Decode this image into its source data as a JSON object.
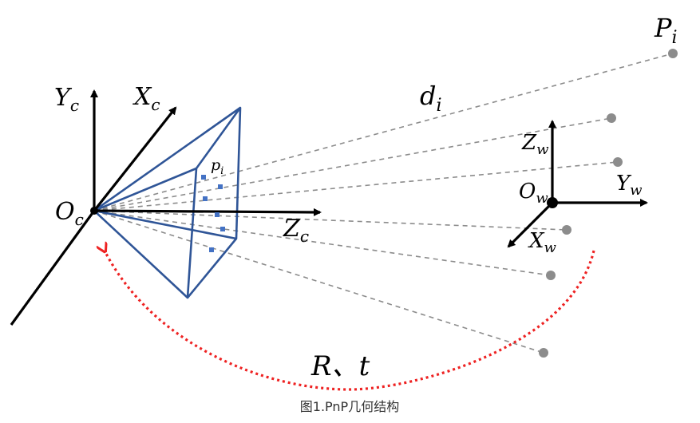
{
  "labels": {
    "yc": "Y",
    "yc_sub": "c",
    "xc": "X",
    "xc_sub": "c",
    "zc": "Z",
    "zc_sub": "c",
    "oc": "O",
    "oc_sub": "c",
    "pi": "p",
    "pi_sub": "i",
    "di": "d",
    "di_sub": "i",
    "Pi": "P",
    "Pi_sub": "i",
    "zw": "Z",
    "zw_sub": "w",
    "yw": "Y",
    "yw_sub": "w",
    "xw": "X",
    "xw_sub": "w",
    "ow": "O",
    "ow_sub": "w",
    "rt": "R、t"
  },
  "caption": "图1.PnP几何结构",
  "colors": {
    "frustum": "#2f5597",
    "rays": "#8c8c8c",
    "points": "#8c8c8c",
    "arrow": "#ee2222",
    "axes": "#000000",
    "image_points": "#4472c4"
  }
}
